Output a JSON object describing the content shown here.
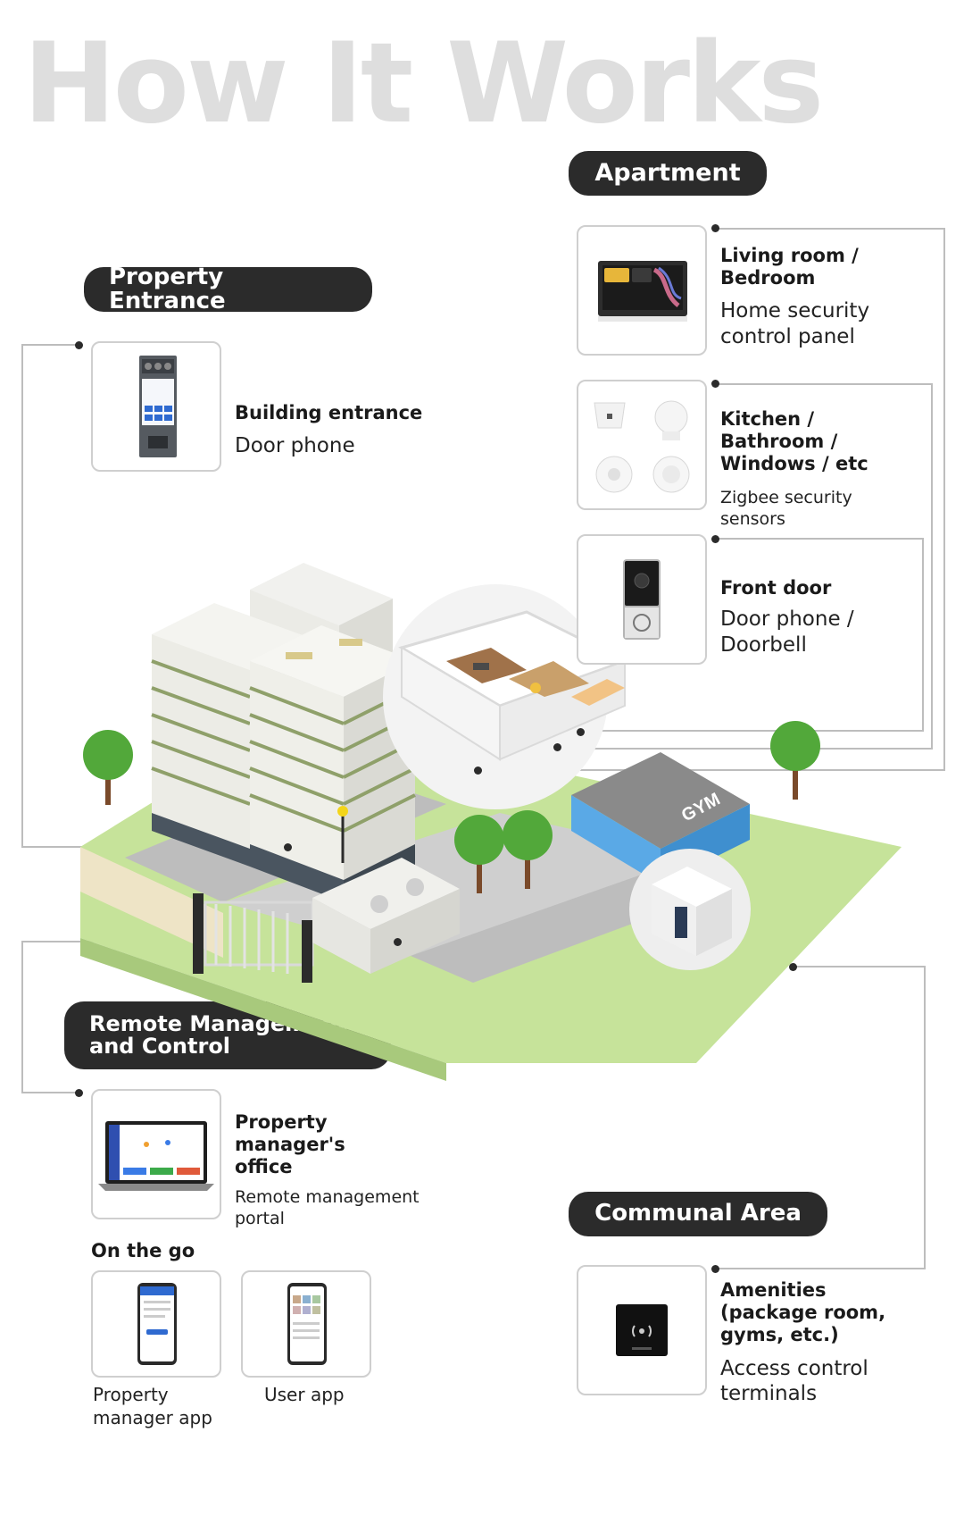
{
  "title": "How It Works",
  "colors": {
    "pill": "#2b2b2b",
    "title": "#dedede",
    "lawn": "#c6e39a",
    "line": "#bdbdbd",
    "gym_glass": "#5aa9e6"
  },
  "sections": {
    "apartment": "Apartment",
    "property_entrance": "Property Entrance",
    "remote": "Remote Management and Control",
    "communal": "Communal Area"
  },
  "devices": {
    "living_room": {
      "location": "Living room / Bedroom",
      "device": "Home security control panel",
      "icon": "indoor-monitor-icon"
    },
    "kitchen": {
      "location": "Kitchen / Bathroom / Windows / etc",
      "device": "Zigbee security sensors",
      "icon": "zigbee-sensors-icon"
    },
    "front_door": {
      "location": "Front door",
      "device": "Door phone / Doorbell",
      "icon": "doorbell-icon"
    },
    "building_entrance": {
      "location": "Building entrance",
      "device": "Door phone",
      "icon": "outdoor-panel-icon"
    },
    "pm_office": {
      "location": "Property manager's office",
      "device": "Remote management portal",
      "icon": "laptop-icon"
    },
    "amenities": {
      "location": "Amenities (package room, gyms, etc.)",
      "device": "Access control terminals",
      "icon": "access-terminal-icon"
    }
  },
  "on_the_go": {
    "heading": "On the go",
    "apps": [
      {
        "label": "Property manager app",
        "icon": "phone-app-icon"
      },
      {
        "label": "User app",
        "icon": "phone-app-icon"
      }
    ]
  },
  "illustration": {
    "gym_sign": "GYM"
  }
}
